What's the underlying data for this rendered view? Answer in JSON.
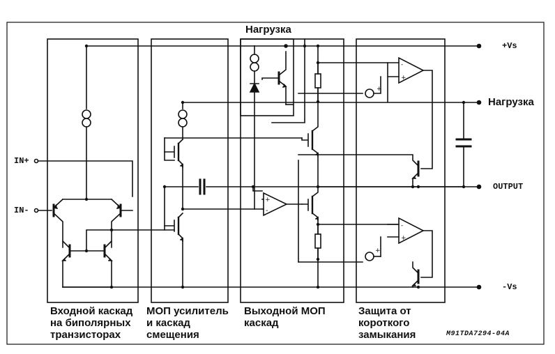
{
  "labels": {
    "load_top": "Нагрузка",
    "load_right": "Нагрузка",
    "pin_vs_pos": "+Vs",
    "pin_vs_neg": "-Vs",
    "pin_output": "OUTPUT",
    "pin_in_pos": "IN+",
    "pin_in_neg": "IN-",
    "block_input": "Входной каскад\nна биполярных\nтранзисторах",
    "block_mos_amp": "МОП усилитель\nи каскад\nсмещения",
    "block_output": "Выходной МОП\nкаскад",
    "block_protection": "Защита от\nкороткого\nзамыкания",
    "part_code": "M91TDA7294-04A"
  },
  "colors": {
    "line": "#111111",
    "background": "#ffffff"
  }
}
